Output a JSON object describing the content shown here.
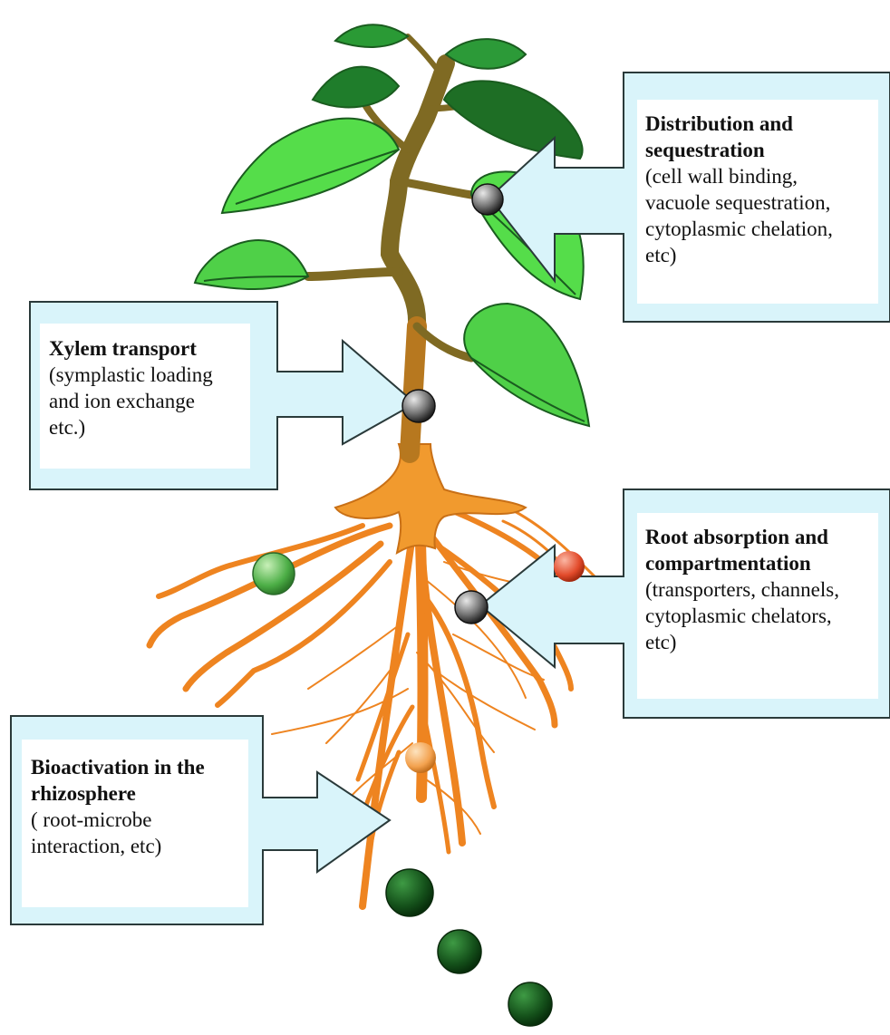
{
  "colors": {
    "box_fill": "#d9f4fa",
    "box_stroke": "#2a3a3a",
    "inner_white": "#ffffff",
    "leaf_light": "#45d64a",
    "leaf_dark": "#1f7d2b",
    "stem_brown": "#7a6a25",
    "root_orange": "#f08a22",
    "ball_gray": "#555555",
    "ball_green": "#1c5e22",
    "ball_red": "#e24a2a",
    "ball_orange": "#f0a04a"
  },
  "callouts": {
    "distribution": {
      "title_1": "Distribution and",
      "title_2": "sequestration",
      "detail_1": "(cell wall binding,",
      "detail_2": "vacuole sequestration,",
      "detail_3": "cytoplasmic chelation,",
      "detail_4": "etc)"
    },
    "xylem": {
      "title_1": "Xylem transport",
      "detail_1": "(symplastic loading",
      "detail_2": "and ion exchange",
      "detail_3": "etc.)"
    },
    "root": {
      "title_1": "Root absorption and",
      "title_2": "compartmentation",
      "detail_1": "(transporters, channels,",
      "detail_2": "cytoplasmic chelators,",
      "detail_3": "etc)"
    },
    "bioactivation": {
      "title_1": "Bioactivation in the",
      "title_2": "rhizosphere",
      "detail_1": "( root-microbe",
      "detail_2": "interaction, etc)"
    }
  }
}
